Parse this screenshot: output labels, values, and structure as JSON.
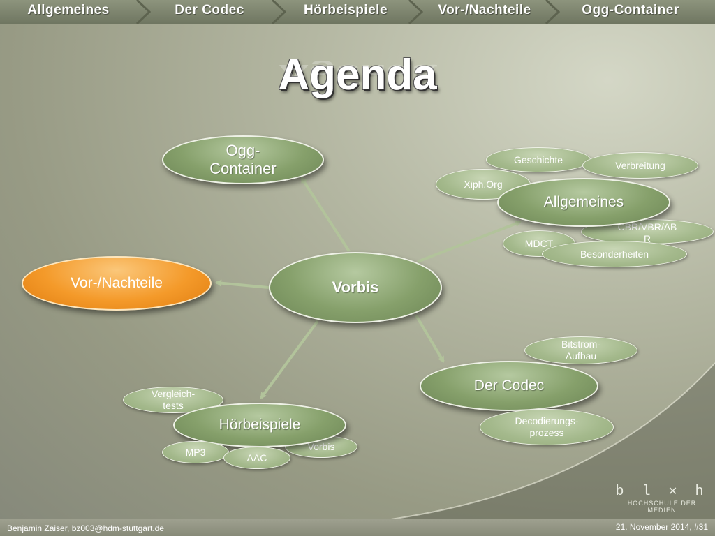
{
  "nav": {
    "items": [
      "Allgemeines",
      "Der Codec",
      "Hörbeispiele",
      "Vor-/Nachteile",
      "Ogg-Container"
    ]
  },
  "title": "Agenda",
  "mindmap": {
    "center": "Vorbis",
    "ogg": "Ogg-\nContainer",
    "vor": "Vor-/Nachteile",
    "allgemeines": {
      "label": "Allgemeines",
      "subs": {
        "geschichte": "Geschichte",
        "verbreitung": "Verbreitung",
        "xiph": "Xiph.Org",
        "cbr": "CBR/VBR/AB\nR",
        "mdct": "MDCT",
        "besonderheiten": "Besonderheiten"
      }
    },
    "codec": {
      "label": "Der Codec",
      "subs": {
        "bitstrom": "Bitstrom-\nAufbau",
        "decodierung": "Decodierungs-\nprozess"
      }
    },
    "hoer": {
      "label": "Hörbeispiele",
      "subs": {
        "vergleich": "Vergleich-\ntests",
        "vorbis": "Vorbis",
        "mp3": "MP3",
        "aac": "AAC"
      }
    }
  },
  "footer": {
    "left": "Benjamin Zaiser, bz003@hdm-stuttgart.de",
    "right": "21. November 2014, #31"
  },
  "logo": {
    "mark": "b l ✕ h",
    "text": "HOCHSCHULE DER MEDIEN"
  },
  "colors": {
    "node_green": "#86a06b",
    "node_orange": "#f49a2a",
    "arrow": "#b2c39b"
  }
}
